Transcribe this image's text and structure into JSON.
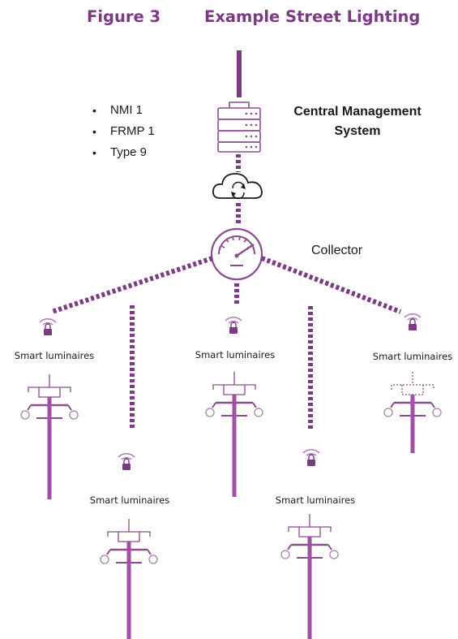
{
  "figure": {
    "number": "Figure 3",
    "title": "Example Street Lighting"
  },
  "bullets": [
    "NMI 1",
    "FRMP 1",
    "Type 9"
  ],
  "central_system": {
    "label_line1": "Central Management",
    "label_line2": "System",
    "icon": "server-icon"
  },
  "cloud": {
    "icon": "cloud-sync-icon"
  },
  "collector": {
    "label": "Collector",
    "icon": "gauge-icon"
  },
  "luminaires": [
    {
      "label": "Smart luminaires"
    },
    {
      "label": "Smart luminaires"
    },
    {
      "label": "Smart luminaires"
    },
    {
      "label": "Smart luminaires"
    },
    {
      "label": "Smart luminaires"
    }
  ],
  "colors": {
    "accent": "#7c3a84",
    "pole": "#a24fa8",
    "icon_line": "#8a4e8f",
    "text": "#1a1a1a"
  }
}
